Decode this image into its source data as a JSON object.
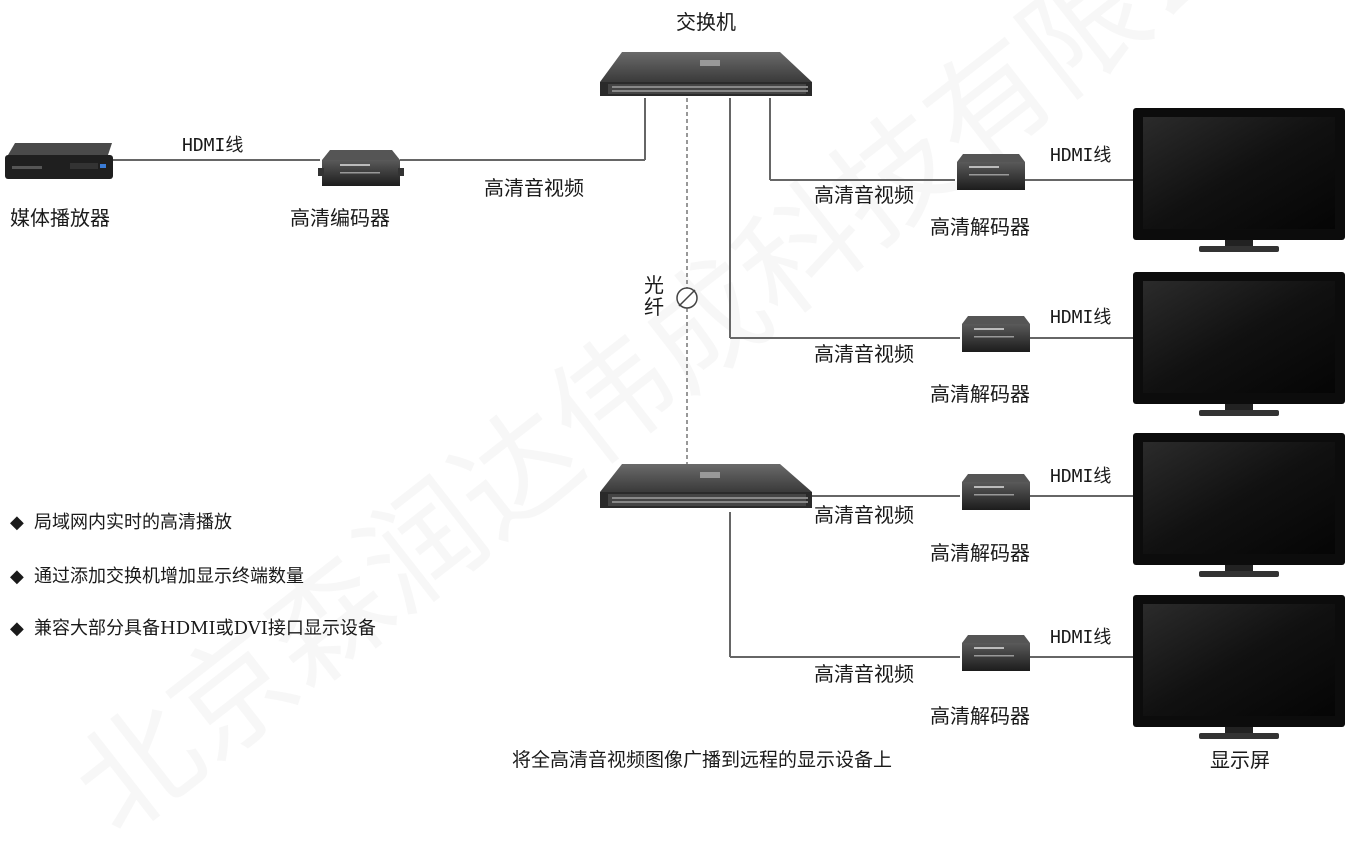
{
  "switch_label": "交换机",
  "fiber_label": "光\n纤",
  "player_label": "媒体播放器",
  "encoder_label": "高清编码器",
  "hdmi_label": "HDMI线",
  "av_label": "高清音视频",
  "decoder_label": "高清解码器",
  "screen_label": "显示屏",
  "caption": "将全高清音视频图像广播到远程的显示设备上",
  "bullet_glyph": "◆",
  "bullets": [
    "局域网内实时的高清播放",
    "通过添加交换机增加显示终端数量",
    "兼容大部分具备HDMI或DVI接口显示设备"
  ],
  "watermark": "北京森润达伟成科技有限公司"
}
